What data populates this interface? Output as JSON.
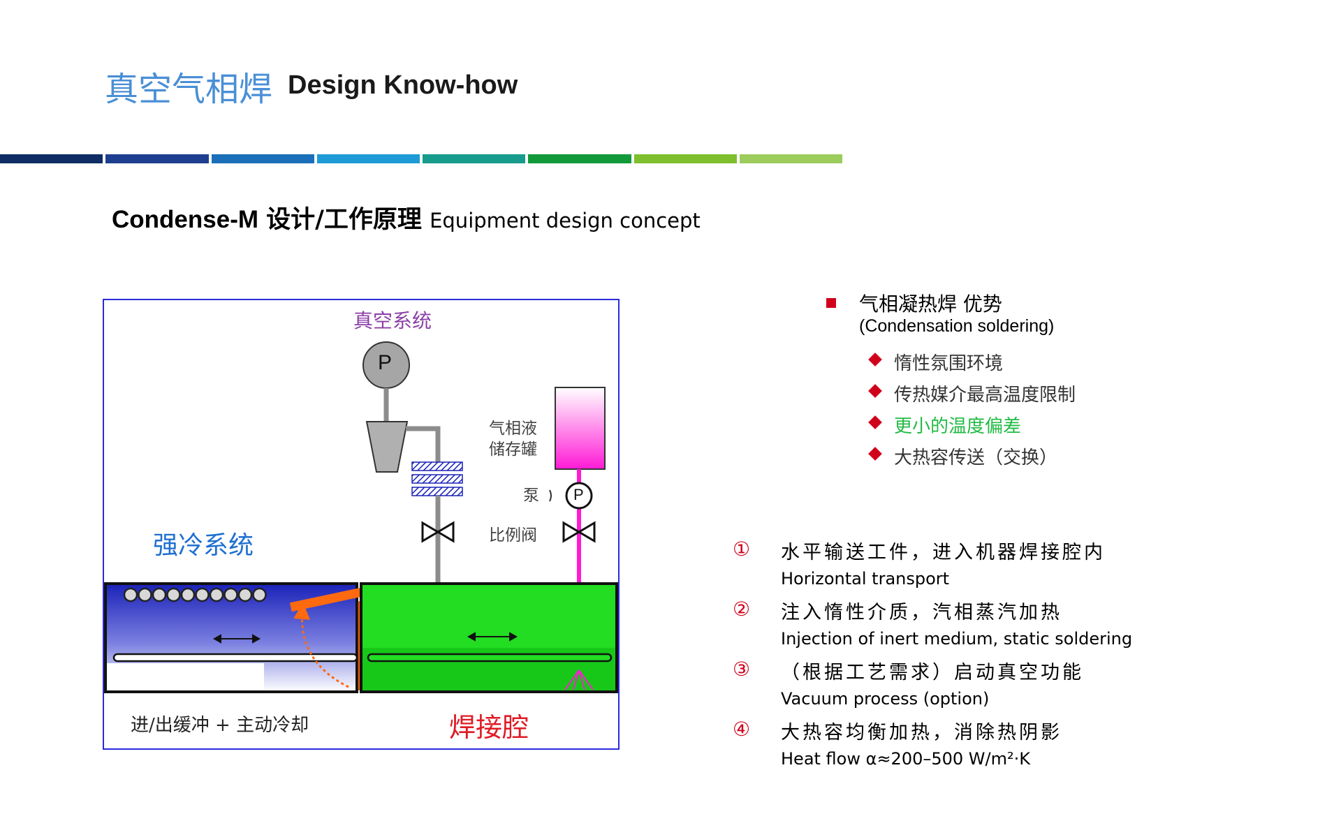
{
  "header": {
    "title_cn": "真空气相焊",
    "title_en": "Design Know-how"
  },
  "stripe_colors": [
    "#0f2d64",
    "#1e3f8f",
    "#1a6fb8",
    "#1e9bd6",
    "#169b8c",
    "#12993a",
    "#7dbf2c",
    "#9ccc5c"
  ],
  "subtitle": {
    "bold_en": "Condense-M",
    "bold_cn": "设计/工作原理",
    "en": "Equipment  design concept"
  },
  "diagram": {
    "label_vacuum": "真空系统",
    "pump_letter": "P",
    "label_tank": [
      "气相液",
      "储存罐"
    ],
    "label_pump": "泵",
    "label_valve": "比例阀",
    "label_cooling": "强冷系统",
    "label_buffer": "进/出缓冲 + 主动冷却",
    "label_chamber": "焊接腔",
    "colors": {
      "vacuum_label": "#8b3fa6",
      "cooling_label": "#1e6fd0",
      "chamber_label": "#e01b24",
      "chamber_fill": "#22dd22",
      "tank_pink": "#ff2fd8",
      "shutter": "#ff6a10",
      "frame": "#2a2adc"
    }
  },
  "advantages": {
    "heading": "气相凝热焊  优势",
    "heading_en": "(Condensation soldering)",
    "items": [
      {
        "text": "惰性氛围环境",
        "color": "#333333"
      },
      {
        "text": "传热媒介最高温度限制",
        "color": "#333333"
      },
      {
        "text": "更小的温度偏差",
        "color": "#22bb44"
      },
      {
        "text": "大热容传送（交换）",
        "color": "#333333"
      }
    ]
  },
  "steps": [
    {
      "num": "①",
      "cn": "水平输送工件，进入机器焊接腔内",
      "en": "Horizontal transport"
    },
    {
      "num": "②",
      "cn": "注入惰性介质，汽相蒸汽加热",
      "en": "Injection of inert medium, static soldering"
    },
    {
      "num": "③",
      "cn": "（根据工艺需求）启动真空功能",
      "en": "Vacuum process (option)"
    },
    {
      "num": "④",
      "cn": "大热容均衡加热，消除热阴影",
      "en": "Heat flow α≈200–500 W/m²·K"
    }
  ]
}
